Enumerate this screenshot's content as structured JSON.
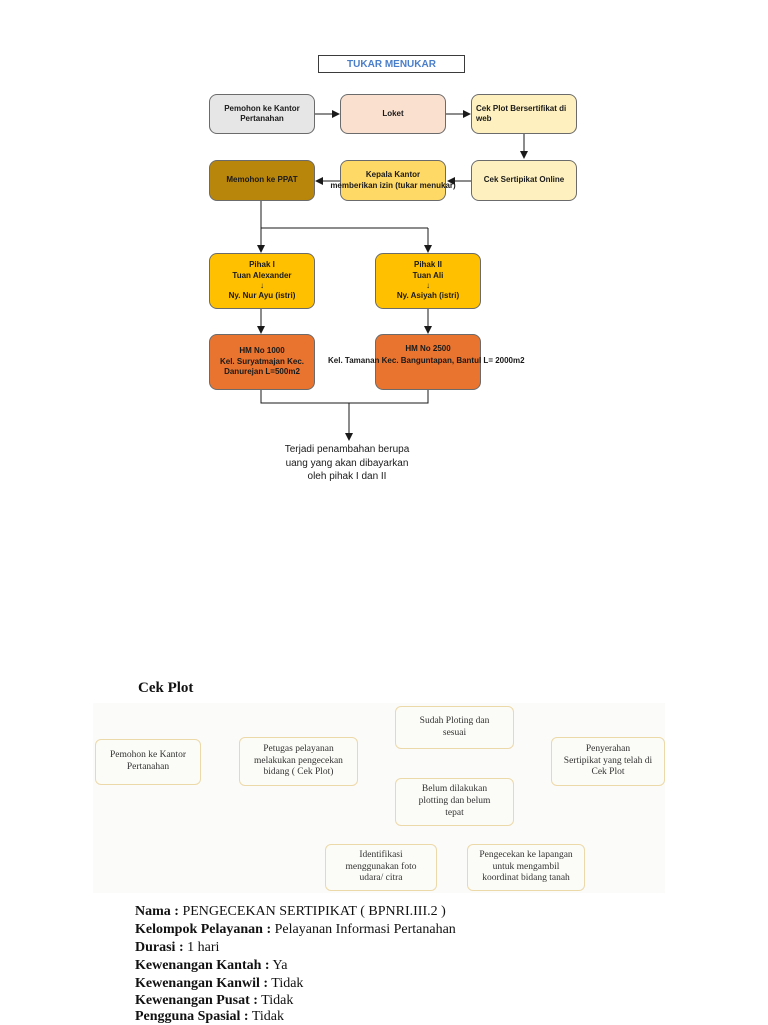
{
  "flowchart_top": {
    "title": "TUKAR MENUKAR",
    "nodes": {
      "pemohon_kantor": "Pemohon ke Kantor\nPertanahan",
      "loket": "Loket",
      "cek_plot": "Cek Plot Bersertifikat di\nweb",
      "memohon_ppat": "Memohon ke PPAT",
      "kepala_kantor": "Kepala Kantor\nmemberikan izin (tukar menukar)",
      "cek_sertipikat": "Cek Sertipikat Online",
      "pihak1": "Pihak I\nTuan Alexander\n↓\nNy. Nur Ayu (istri)",
      "pihak2": "Pihak II\nTuan Ali\n↓\nNy. Asiyah (istri)",
      "hm1000": "HM No 1000\nKel. Suryatmajan Kec.\nDanurejan L=500m2",
      "hm2500_title": "HM No 2500",
      "hm2500_detail": "Kel. Tamanan Kec. Banguntapan, Bantul L= 2000m2"
    },
    "note": "Terjadi penambahan berupa\nuang yang akan dibayarkan\noleh pihak I dan II"
  },
  "cek_plot": {
    "title": "Cek Plot",
    "nodes": {
      "pemohon": "Pemohon ke Kantor\nPertanahan",
      "petugas": "Petugas pelayanan\nmelakukan pengecekan\nbidang ( Cek Plot)",
      "sudah": "Sudah Ploting dan\nsesuai",
      "belum": "Belum dilakukan\nplotting dan belum\ntepat",
      "penyerahan": "Penyerahan\nSertipikat yang telah di\nCek Plot",
      "identifikasi": "Identifikasi\nmenggunakan foto\nudara/ citra",
      "pengecekan": "Pengecekan ke lapangan\nuntuk mengambil\nkoordinat bidang tanah"
    }
  },
  "service_info": [
    {
      "label": "Nama :",
      "value": " PENGECEKAN SERTIPIKAT ( BPNRI.III.2 )"
    },
    {
      "label": "Kelompok Pelayanan :",
      "value": " Pelayanan Informasi Pertanahan"
    },
    {
      "label": "Durasi :",
      "value": " 1 hari"
    },
    {
      "label": "Kewenangan Kantah :",
      "value": " Ya"
    },
    {
      "label": "Kewenangan Kanwil :",
      "value": " Tidak"
    },
    {
      "label": "Kewenangan Pusat :",
      "value": " Tidak"
    },
    {
      "label": "Pengguna Spasial :",
      "value": " Tidak"
    }
  ],
  "colors": {
    "title_text": "#4a7ec9",
    "connector": "#1a1a1a",
    "cek_plot_arrow": "#c5a3d4",
    "cek_plot_border": "#ecd9a9"
  }
}
